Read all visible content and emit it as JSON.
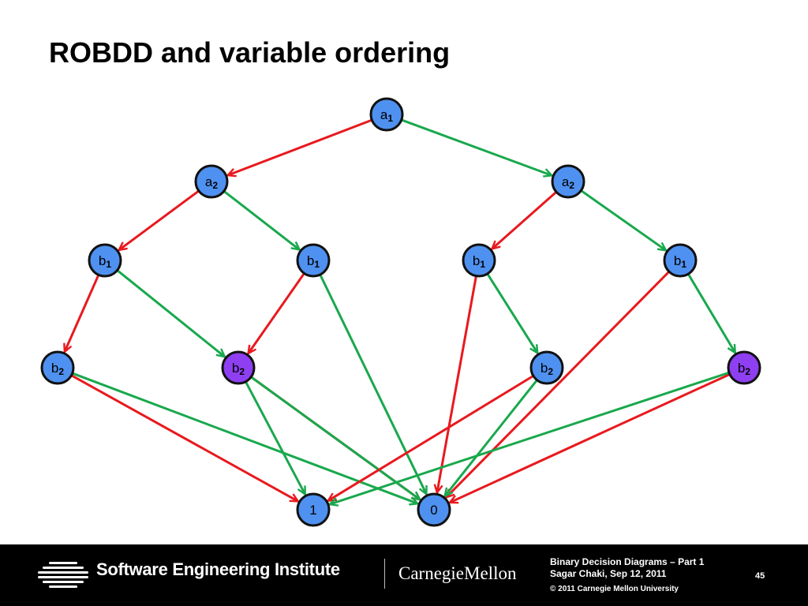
{
  "slide": {
    "title": "ROBDD and variable ordering"
  },
  "diagram": {
    "colors": {
      "low_edge": "#e8191e",
      "high_edge": "#19a84d",
      "node_fill": "#4f91f0",
      "highlight_fill": "#8f3ff2",
      "node_stroke": "#111111"
    },
    "nodes": [
      {
        "id": "n1",
        "var": "a",
        "sub": "1",
        "highlight": false
      },
      {
        "id": "n2",
        "var": "a",
        "sub": "2",
        "highlight": false
      },
      {
        "id": "n3",
        "var": "a",
        "sub": "2",
        "highlight": false
      },
      {
        "id": "n4",
        "var": "b",
        "sub": "1",
        "highlight": false
      },
      {
        "id": "n5",
        "var": "b",
        "sub": "1",
        "highlight": false
      },
      {
        "id": "n6",
        "var": "b",
        "sub": "1",
        "highlight": false
      },
      {
        "id": "n7",
        "var": "b",
        "sub": "1",
        "highlight": false
      },
      {
        "id": "n8",
        "var": "b",
        "sub": "2",
        "highlight": false
      },
      {
        "id": "n9",
        "var": "b",
        "sub": "2",
        "highlight": true
      },
      {
        "id": "n10",
        "var": "b",
        "sub": "2",
        "highlight": false
      },
      {
        "id": "n11",
        "var": "b",
        "sub": "2",
        "highlight": true
      },
      {
        "id": "t1",
        "var": "1",
        "sub": "",
        "highlight": false
      },
      {
        "id": "t0",
        "var": "0",
        "sub": "",
        "highlight": false
      }
    ],
    "edges": [
      {
        "from": "n1",
        "to": "n2",
        "kind": "low"
      },
      {
        "from": "n1",
        "to": "n3",
        "kind": "high"
      },
      {
        "from": "n2",
        "to": "n4",
        "kind": "low"
      },
      {
        "from": "n2",
        "to": "n5",
        "kind": "high"
      },
      {
        "from": "n3",
        "to": "n6",
        "kind": "low"
      },
      {
        "from": "n3",
        "to": "n7",
        "kind": "high"
      },
      {
        "from": "n4",
        "to": "n8",
        "kind": "low"
      },
      {
        "from": "n4",
        "to": "n9",
        "kind": "high"
      },
      {
        "from": "n5",
        "to": "n9",
        "kind": "low"
      },
      {
        "from": "n5",
        "to": "t0",
        "kind": "high"
      },
      {
        "from": "n6",
        "to": "t0",
        "kind": "low"
      },
      {
        "from": "n6",
        "to": "n10",
        "kind": "high"
      },
      {
        "from": "n7",
        "to": "t0",
        "kind": "low"
      },
      {
        "from": "n7",
        "to": "n11",
        "kind": "high"
      },
      {
        "from": "n8",
        "to": "t1",
        "kind": "low"
      },
      {
        "from": "n8",
        "to": "t0",
        "kind": "high"
      },
      {
        "from": "n9",
        "to": "t0",
        "kind": "low"
      },
      {
        "from": "n9",
        "to": "t1",
        "kind": "high"
      },
      {
        "from": "n9",
        "to": "t0",
        "kind": "high"
      },
      {
        "from": "n10",
        "to": "t1",
        "kind": "low"
      },
      {
        "from": "n10",
        "to": "t0",
        "kind": "high"
      },
      {
        "from": "n11",
        "to": "t0",
        "kind": "low"
      },
      {
        "from": "n11",
        "to": "t1",
        "kind": "high"
      }
    ]
  },
  "footer": {
    "org_name": "Software Engineering Institute",
    "university": "CarnegieMellon",
    "course_title": "Binary Decision Diagrams – Part 1",
    "presenter": "Sagar Chaki, Sep 12, 2011",
    "copyright": "© 2011 Carnegie Mellon University",
    "page_number": "45"
  }
}
